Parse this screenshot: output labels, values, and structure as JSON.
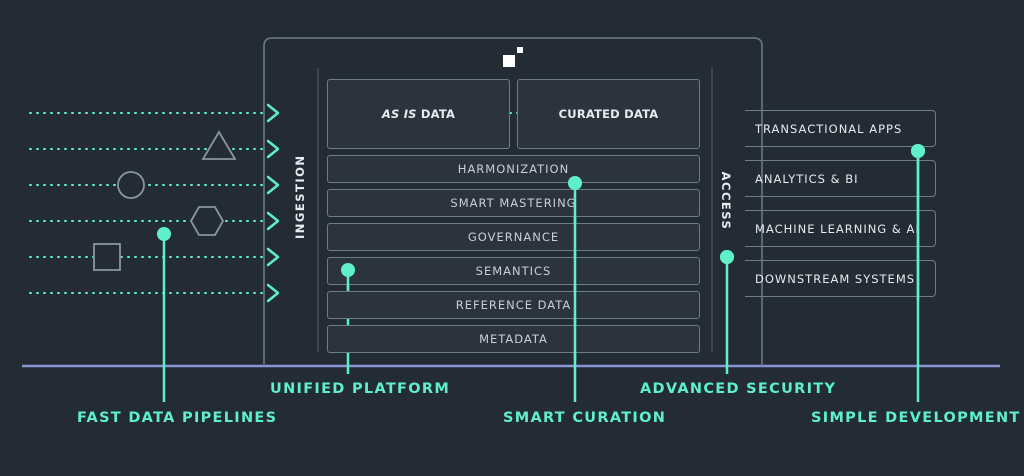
{
  "colors": {
    "background": "#232b34",
    "accent": "#5ff0c9",
    "border": "#6e7d8c",
    "text": "#e6ecf0"
  },
  "ingestion_label": "INGESTION",
  "access_label": "ACCESS",
  "top": {
    "as_is_italic": "AS IS",
    "as_is_rest": " DATA",
    "curated": "CURATED DATA"
  },
  "layers": [
    "HARMONIZATION",
    "SMART MASTERING",
    "GOVERNANCE",
    "SEMANTICS",
    "REFERENCE DATA",
    "METADATA"
  ],
  "outputs": [
    "TRANSACTIONAL APPS",
    "ANALYTICS & BI",
    "MACHINE LEARNING & AI",
    "DOWNSTREAM SYSTEMS"
  ],
  "callouts": {
    "fast": "FAST DATA PIPELINES",
    "unified": "UNIFIED PLATFORM",
    "curation": "SMART CURATION",
    "security": "ADVANCED SECURITY",
    "development": "SIMPLE DEVELOPMENT"
  },
  "input_shapes": [
    "triangle-icon",
    "circle-icon",
    "hexagon-icon",
    "square-icon"
  ],
  "logo": "logo-icon"
}
